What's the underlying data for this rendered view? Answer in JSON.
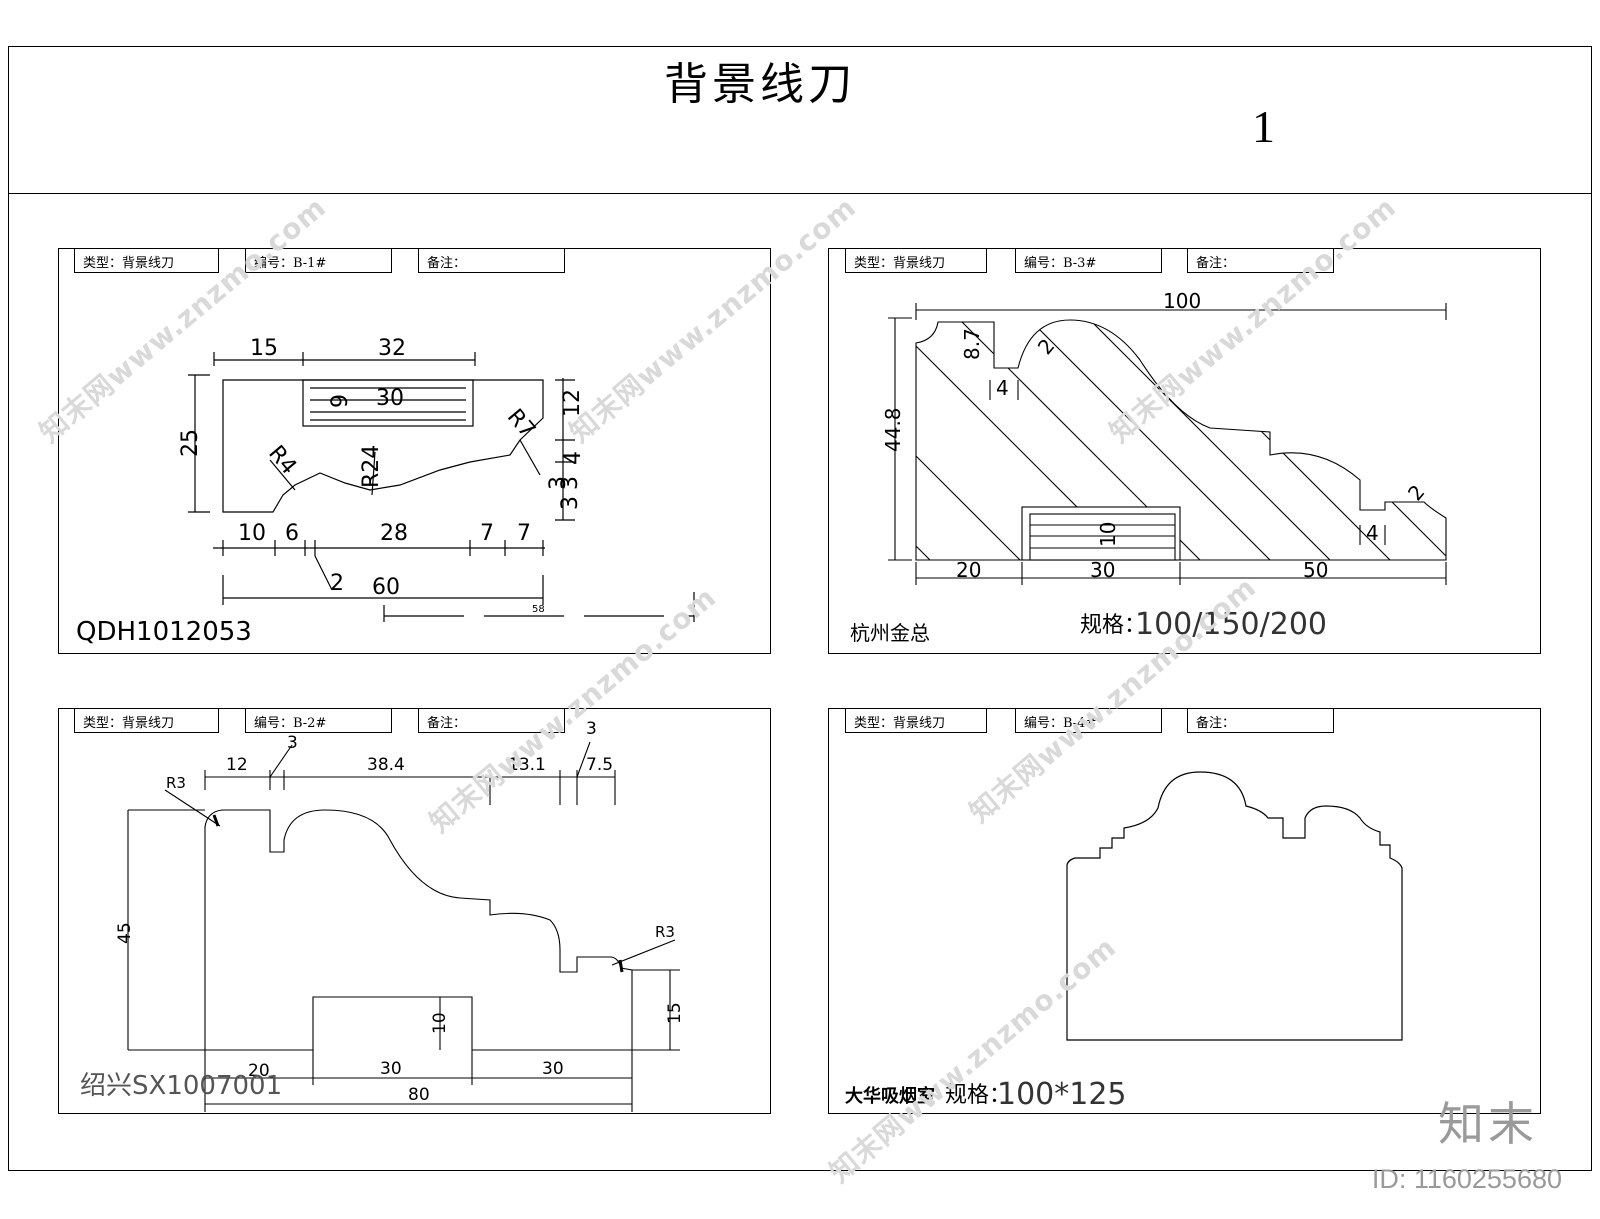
{
  "title": "背景线刀",
  "sheet_number": "1",
  "panels": [
    {
      "type_label": "类型：背景线刀",
      "code_label": "编号：B-1#",
      "note_label": "备注：",
      "footer": "QDH1012053",
      "dims": {
        "d15": "15",
        "d32": "32",
        "d30": "30",
        "d9": "9",
        "d12": "12",
        "d25": "25",
        "r7": "R7",
        "r4": "R4",
        "r24": "R24",
        "d4": "4",
        "d3a": "3",
        "d3b": "3",
        "d3c": "3",
        "d10": "10",
        "d6": "6",
        "d28": "28",
        "d7a": "7",
        "d7b": "7",
        "d2": "2",
        "d60": "60",
        "d58": "58"
      }
    },
    {
      "type_label": "类型：背景线刀",
      "code_label": "编号：B-3#",
      "note_label": "备注：",
      "footer_left": "杭州金总",
      "footer_spec_label": "规格：",
      "footer_spec_value": "100/150/200",
      "dims": {
        "d100": "100",
        "d87": "8.7",
        "d2a": "2",
        "d4a": "4",
        "d448": "44.8",
        "d10": "10",
        "d2b": "2",
        "d4b": "4",
        "d20": "20",
        "d30": "30",
        "d50": "50"
      }
    },
    {
      "type_label": "类型：背景线刀",
      "code_label": "编号：B-2#",
      "note_label": "备注：",
      "footer": "绍兴SX1007001",
      "dims": {
        "d12": "12",
        "d3a": "3",
        "d384": "38.4",
        "d131": "13.1",
        "d3b": "3",
        "d75": "7.5",
        "r3a": "R3",
        "r3b": "R3",
        "d45": "45",
        "d10": "10",
        "d15": "15",
        "d20": "20",
        "d30a": "30",
        "d30b": "30",
        "d80": "80"
      }
    },
    {
      "type_label": "类型：背景线刀",
      "code_label": "编号：B-4#",
      "note_label": "备注：",
      "footer_left": "大华吸烟室",
      "footer_spec_label": "规格：",
      "footer_spec_value": "100*125"
    }
  ],
  "watermark": "知末网www.znzmo.com",
  "brand": "知末",
  "image_id": "ID: 1160255680"
}
